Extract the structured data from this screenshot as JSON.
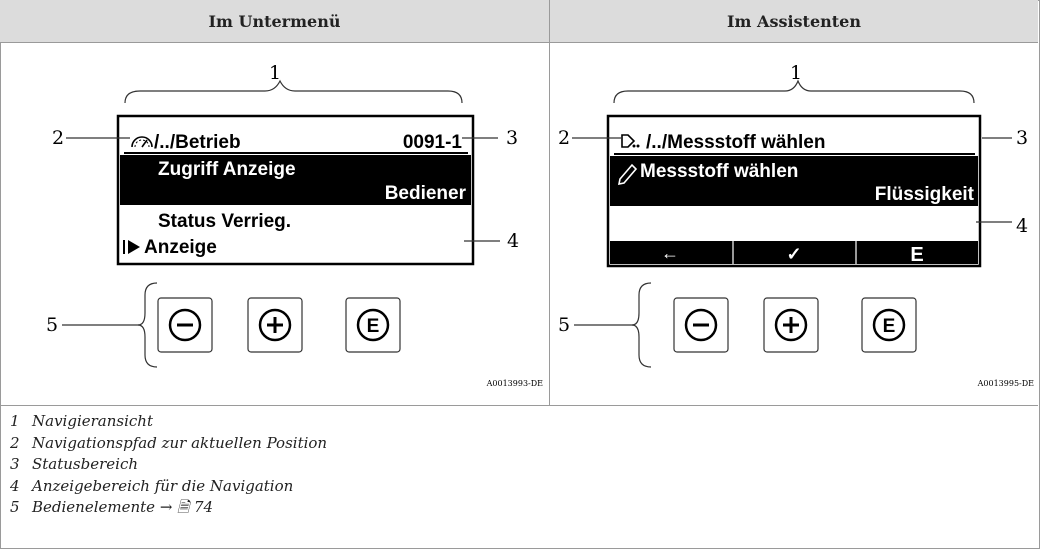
{
  "headers": {
    "left": "Im Untermenü",
    "right": "Im Assistenten"
  },
  "callouts": {
    "one": "1",
    "two": "2",
    "three": "3",
    "four": "4",
    "five": "5"
  },
  "left_display": {
    "path": "/../Betrieb",
    "status": "0091-1",
    "item1": "Zugriff Anzeige",
    "item1_value": "Bediener",
    "item2_line1": "Status Verrieg.",
    "item2_line2": "Anzeige",
    "image_code": "A0013993-DE"
  },
  "right_display": {
    "path": "/../Messstoff wählen",
    "item1": "Messstoff wählen",
    "item1_value": "Flüssigkeit",
    "nav_back": "←",
    "nav_ok": "✓",
    "nav_enter": "E",
    "image_code": "A0013995-DE"
  },
  "keys": {
    "minus": "−",
    "plus": "+",
    "enter": "E"
  },
  "legend": [
    {
      "num": "1",
      "text": "Navigieransicht"
    },
    {
      "num": "2",
      "text": "Navigationspfad zur aktuellen Position"
    },
    {
      "num": "3",
      "text": "Statusbereich"
    },
    {
      "num": "4",
      "text": "Anzeigebereich für die Navigation"
    },
    {
      "num": "5",
      "text": "Bedienelemente → 🗎 74"
    }
  ],
  "colors": {
    "display_bg": "#000000",
    "highlight_text": "#ffffff",
    "header_bg": "#dcdcdc",
    "border": "#9a9a9a"
  }
}
